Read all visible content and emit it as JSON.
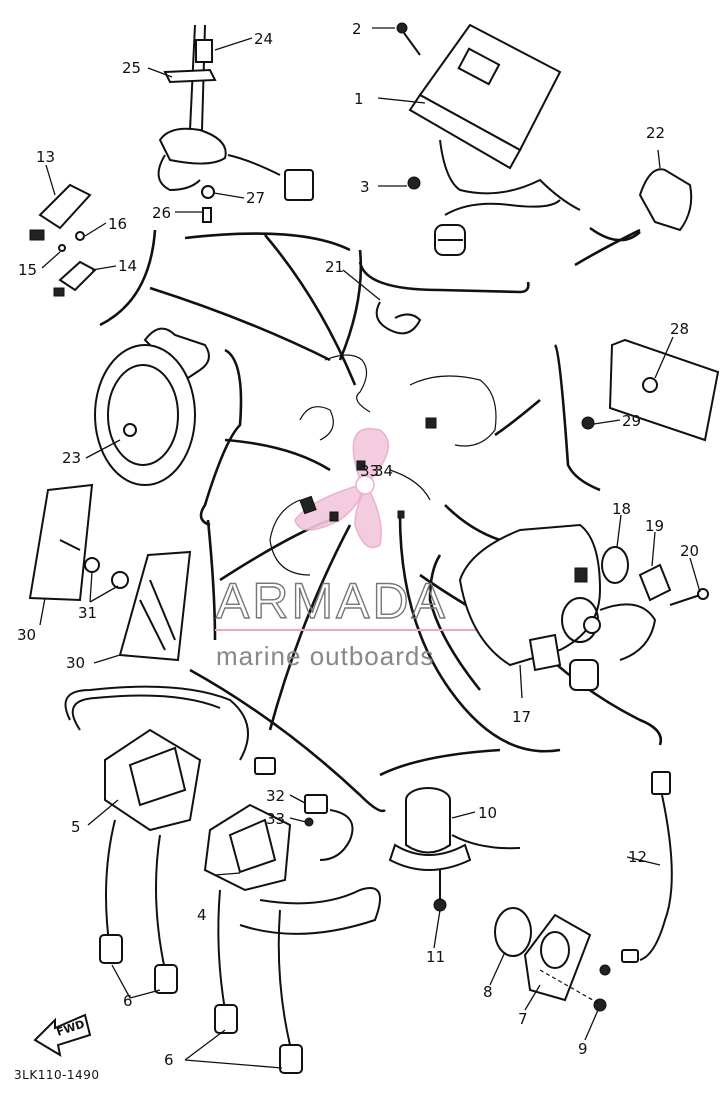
{
  "diagram_code": "3LK110-1490",
  "fwd_label": "FWD",
  "watermark": {
    "brand": "ARMADA",
    "subtitle": "marine outboards",
    "color": "#e8a9c8"
  },
  "callouts": [
    "1",
    "2",
    "3",
    "4",
    "5",
    "6",
    "6",
    "6",
    "7",
    "8",
    "9",
    "10",
    "11",
    "12",
    "13",
    "14",
    "15",
    "16",
    "17",
    "18",
    "19",
    "20",
    "21",
    "22",
    "23",
    "24",
    "25",
    "26",
    "27",
    "28",
    "29",
    "30",
    "30",
    "31",
    "32",
    "33"
  ],
  "center_marks": [
    "33",
    "34"
  ]
}
